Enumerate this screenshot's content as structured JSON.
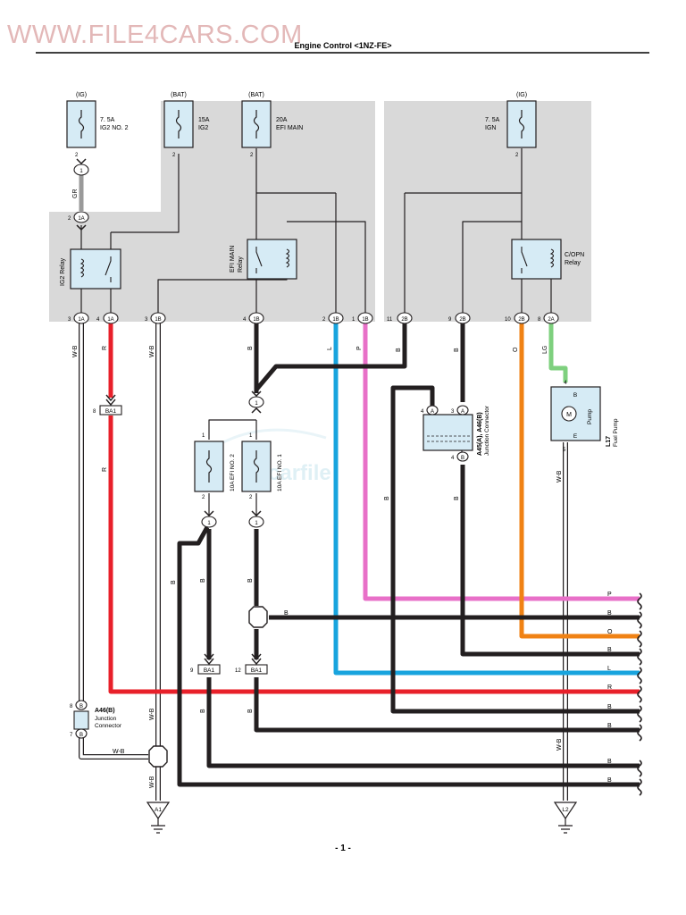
{
  "watermark": "WWW.FILE4CARS.COM",
  "title": "Engine Control <1NZ-FE>",
  "page_number": "- 1 -",
  "logo_text": "carfile",
  "colors": {
    "R": "#e8202a",
    "L": "#18a4de",
    "P": "#e870c8",
    "O": "#f08214",
    "LG": "#7ed07e",
    "B": "#231f20",
    "W-B": "#ffffff",
    "GR": "#9a9a9a",
    "shade": "#d9d9d9",
    "component": "#d6ebf5",
    "watermark": "#e0b4b4"
  },
  "fuses": {
    "ig2no2": {
      "source": "(IG)",
      "rating": "7. 5A",
      "name": "IG2 NO. 2",
      "pin": "2"
    },
    "ig2": {
      "source": "(BAT)",
      "rating": "15A",
      "name": "IG2",
      "pin": "2"
    },
    "efimain": {
      "source": "(BAT)",
      "rating": "20A",
      "name": "EFI MAIN",
      "pin": "2"
    },
    "ign": {
      "source": "(IG)",
      "rating": "7. 5A",
      "name": "IGN",
      "pin": "2"
    },
    "efino2": {
      "name": "10A EFI NO. 2",
      "pin_top": "1",
      "pin_bot": "2"
    },
    "efino1": {
      "name": "10A EFI NO. 1",
      "pin_top": "1",
      "pin_bot": "2"
    }
  },
  "relays": {
    "ig2": "IG2 Relay",
    "efimain_1": "EFI MAIN",
    "efimain_2": "Relay",
    "copn_1": "C/OPN",
    "copn_2": "Relay"
  },
  "connectors": {
    "c1": "1",
    "c1a_top": "1A",
    "c1a_top_pin": "2",
    "bottom_row": [
      {
        "pin": "3",
        "name": "1A"
      },
      {
        "pin": "4",
        "name": "1A"
      },
      {
        "pin": "3",
        "name": "1B"
      },
      {
        "pin": "4",
        "name": "1B"
      },
      {
        "pin": "2",
        "name": "1B"
      },
      {
        "pin": "1",
        "name": "1B"
      },
      {
        "pin": "11",
        "name": "2B"
      },
      {
        "pin": "9",
        "name": "2B"
      },
      {
        "pin": "10",
        "name": "2B"
      },
      {
        "pin": "8",
        "name": "2A"
      }
    ],
    "ba1_8": {
      "pin": "8",
      "name": "BA1"
    },
    "ba1_9": {
      "pin": "9",
      "name": "BA1"
    },
    "ba1_12": {
      "pin": "12",
      "name": "BA1"
    },
    "j_mid": "1",
    "j_efi2": "1",
    "j_efi1": "1"
  },
  "wire_labels": {
    "gr": "GR",
    "wb1": "W-B",
    "r1": "R",
    "r2": "R",
    "wb2": "W-B",
    "b_mid": "B",
    "l1": "L",
    "p1": "P",
    "b_2b11": "B",
    "b_2b9": "B",
    "o1": "O",
    "lg1": "LG",
    "b_a": "B",
    "b_efi2_left": "B",
    "b_efi2": "B",
    "b_efi1": "B",
    "b_hex": "B",
    "b_ba9": "B",
    "b_ba12": "B",
    "wb3": "W-B",
    "wb4": "W-B",
    "wb_pump": "W-B",
    "wb_pump2": "W-B",
    "wb_vert": "W-B"
  },
  "right_wires": [
    {
      "label": "P",
      "color": "P"
    },
    {
      "label": "B",
      "color": "B"
    },
    {
      "label": "O",
      "color": "O"
    },
    {
      "label": "B",
      "color": "B"
    },
    {
      "label": "L",
      "color": "L"
    },
    {
      "label": "R",
      "color": "R"
    },
    {
      "label": "B",
      "color": "B"
    },
    {
      "label": "B",
      "color": "B"
    },
    {
      "label": "B",
      "color": "B"
    },
    {
      "label": "B",
      "color": "B"
    }
  ],
  "junction_a45": {
    "title": "A45(A), A46(B)",
    "subtitle": "Junction Connector",
    "pin_a4": "4",
    "pin_a_letter": "A",
    "pin_a3": "3",
    "pin_a3_letter": "A",
    "pin_b4": "4",
    "pin_b_letter": "B"
  },
  "junction_a46": {
    "title": "A46(B)",
    "line1": "Junction",
    "line2": "Connector",
    "pin_top": "8",
    "pin_bot": "7",
    "letter": "B"
  },
  "fuel_pump": {
    "id": "L17",
    "name": "Fuel Pump",
    "inner": "Pump",
    "motor": "M",
    "pin_b": "4",
    "letter_b": "B",
    "pin_e": "5",
    "letter_e": "E"
  },
  "grounds": {
    "a1": "A1",
    "l2": "L2"
  }
}
